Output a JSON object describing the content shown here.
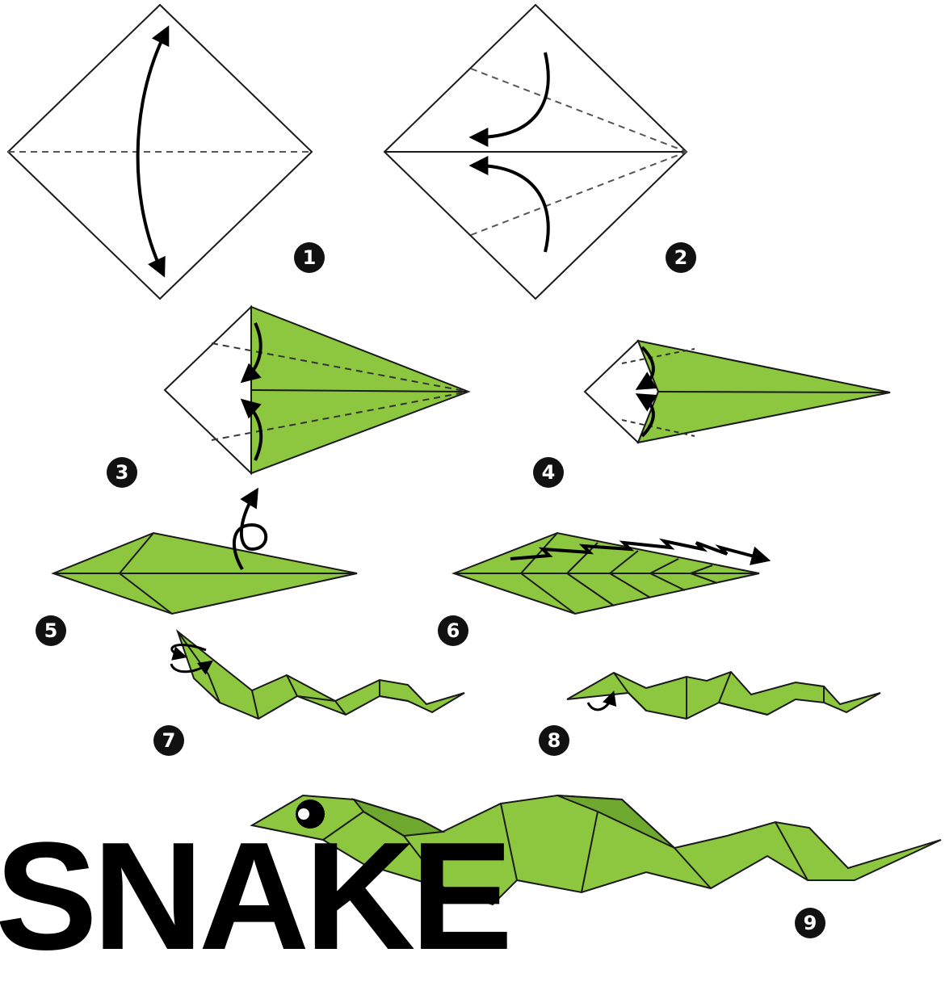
{
  "title": "SNAKE",
  "steps": [
    {
      "number": "1"
    },
    {
      "number": "2"
    },
    {
      "number": "3"
    },
    {
      "number": "4"
    },
    {
      "number": "5"
    },
    {
      "number": "6"
    },
    {
      "number": "7"
    },
    {
      "number": "8"
    },
    {
      "number": "9"
    }
  ],
  "colors": {
    "paper_green": "#8dc63f",
    "paper_green_dark": "#6ea82f",
    "paper_white": "#ffffff",
    "line": "#1a1a1a",
    "badge": "#111111"
  }
}
